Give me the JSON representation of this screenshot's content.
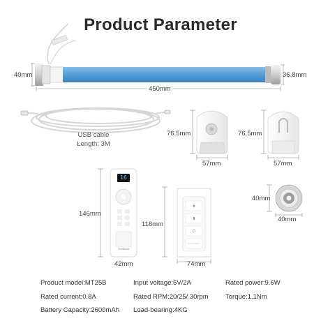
{
  "title": "Product Parameter",
  "motor": {
    "length": "450mm",
    "diameter_left": "40mm",
    "diameter_right": "36.8mm"
  },
  "cable": {
    "label": "USB cable",
    "length": "Length: 3M"
  },
  "bracket1": {
    "height": "76.5mm",
    "width": "57mm"
  },
  "bracket2": {
    "height": "76.5mm",
    "width": "57mm"
  },
  "remote": {
    "height": "146mm",
    "width": "42mm",
    "display": "16",
    "brand": "Zemismart"
  },
  "wall_panel": {
    "height": "118mm",
    "width": "74mm"
  },
  "adapter": {
    "height": "40mm",
    "width": "40mm"
  },
  "specs": {
    "model": "Product model:MT25B",
    "voltage": "Input voltage:5V/2A",
    "power": "Rated power:9.6W",
    "current": "Rated current:0.8A",
    "rpm": "Rated RPM:20/25/ 30rpm",
    "torque": "Torque:1.1Nm",
    "battery": "Battery Capacity:2600mAh",
    "load": "Load-bearing:4KG"
  },
  "colors": {
    "tube": "#5aa0d8",
    "tube_light": "#86bdea",
    "metal": "#c9c9c9"
  }
}
